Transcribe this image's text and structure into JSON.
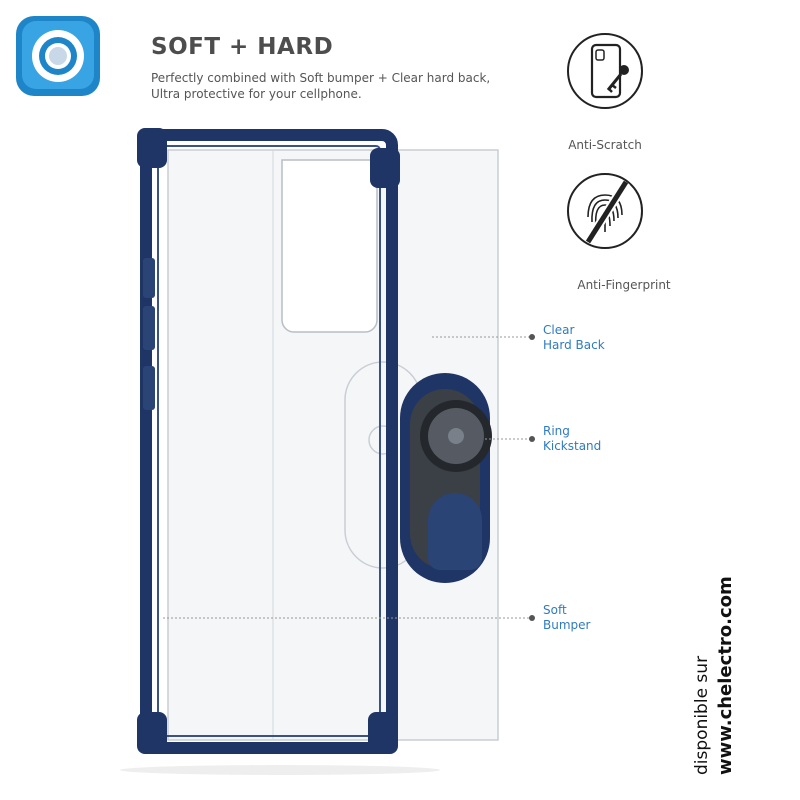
{
  "header": {
    "title": "SOFT + HARD",
    "subtitle_line1": "Perfectly combined with Soft bumper + Clear hard back,",
    "subtitle_line2": "Ultra protective for your cellphone."
  },
  "features": [
    {
      "label": "Anti-Scratch",
      "icon": "phone-key-icon"
    },
    {
      "label": "Anti-Fingerprint",
      "icon": "no-fingerprint-icon"
    }
  ],
  "callouts": [
    {
      "line1": "Clear",
      "line2": "Hard Back"
    },
    {
      "line1": "Ring",
      "line2": "Kickstand"
    },
    {
      "line1": "Soft",
      "line2": "Bumper"
    }
  ],
  "promo": {
    "line1": "disponible sur",
    "line2": "www.chelectro.com"
  },
  "colors": {
    "accent": "#2f7bbf",
    "case_blue": "#1f3565",
    "logo_blue": "#1e86c8"
  }
}
